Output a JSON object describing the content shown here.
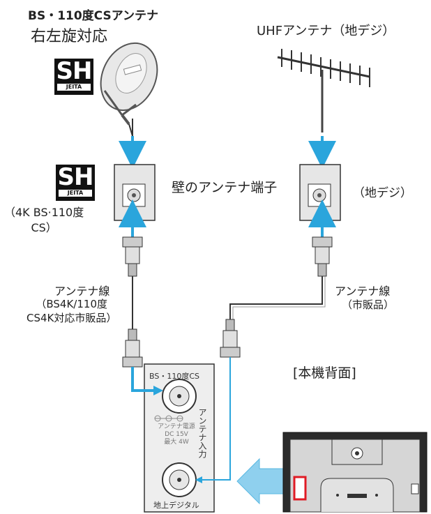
{
  "labels": {
    "bs_cs_antenna": "BS・110度CSアンテナ",
    "left_right_rotation": "右左旋対応",
    "uhf_antenna": "UHFアンテナ（地デジ）",
    "wall_terminal": "壁のアンテナ端子",
    "terrestrial": "（地デジ）",
    "bs4k_line1": "（4K BS·110度",
    "bs4k_line2": "CS）",
    "antenna_cable": "アンテナ線",
    "left_cable_sub1": "（BS4K/110度",
    "left_cable_sub2": "CS4K対応市販品）",
    "right_cable_sub": "（市販品）",
    "rear_view": "[本機背面]",
    "port_bs_cs": "BS・110度CS",
    "antenna_input": "アンテナ入力",
    "power_line1": "アンテナ電源",
    "power_line2": "DC 15V",
    "power_line3": "最大 4W",
    "port_terrestrial": "地上デジタル",
    "sh_main": "SH",
    "sh_sub": "JEITA"
  },
  "colors": {
    "arrow": "#2aa5dc",
    "panel": "#eeeeee",
    "highlight": "#e01b24",
    "tv_body": "#2b2b2b"
  }
}
